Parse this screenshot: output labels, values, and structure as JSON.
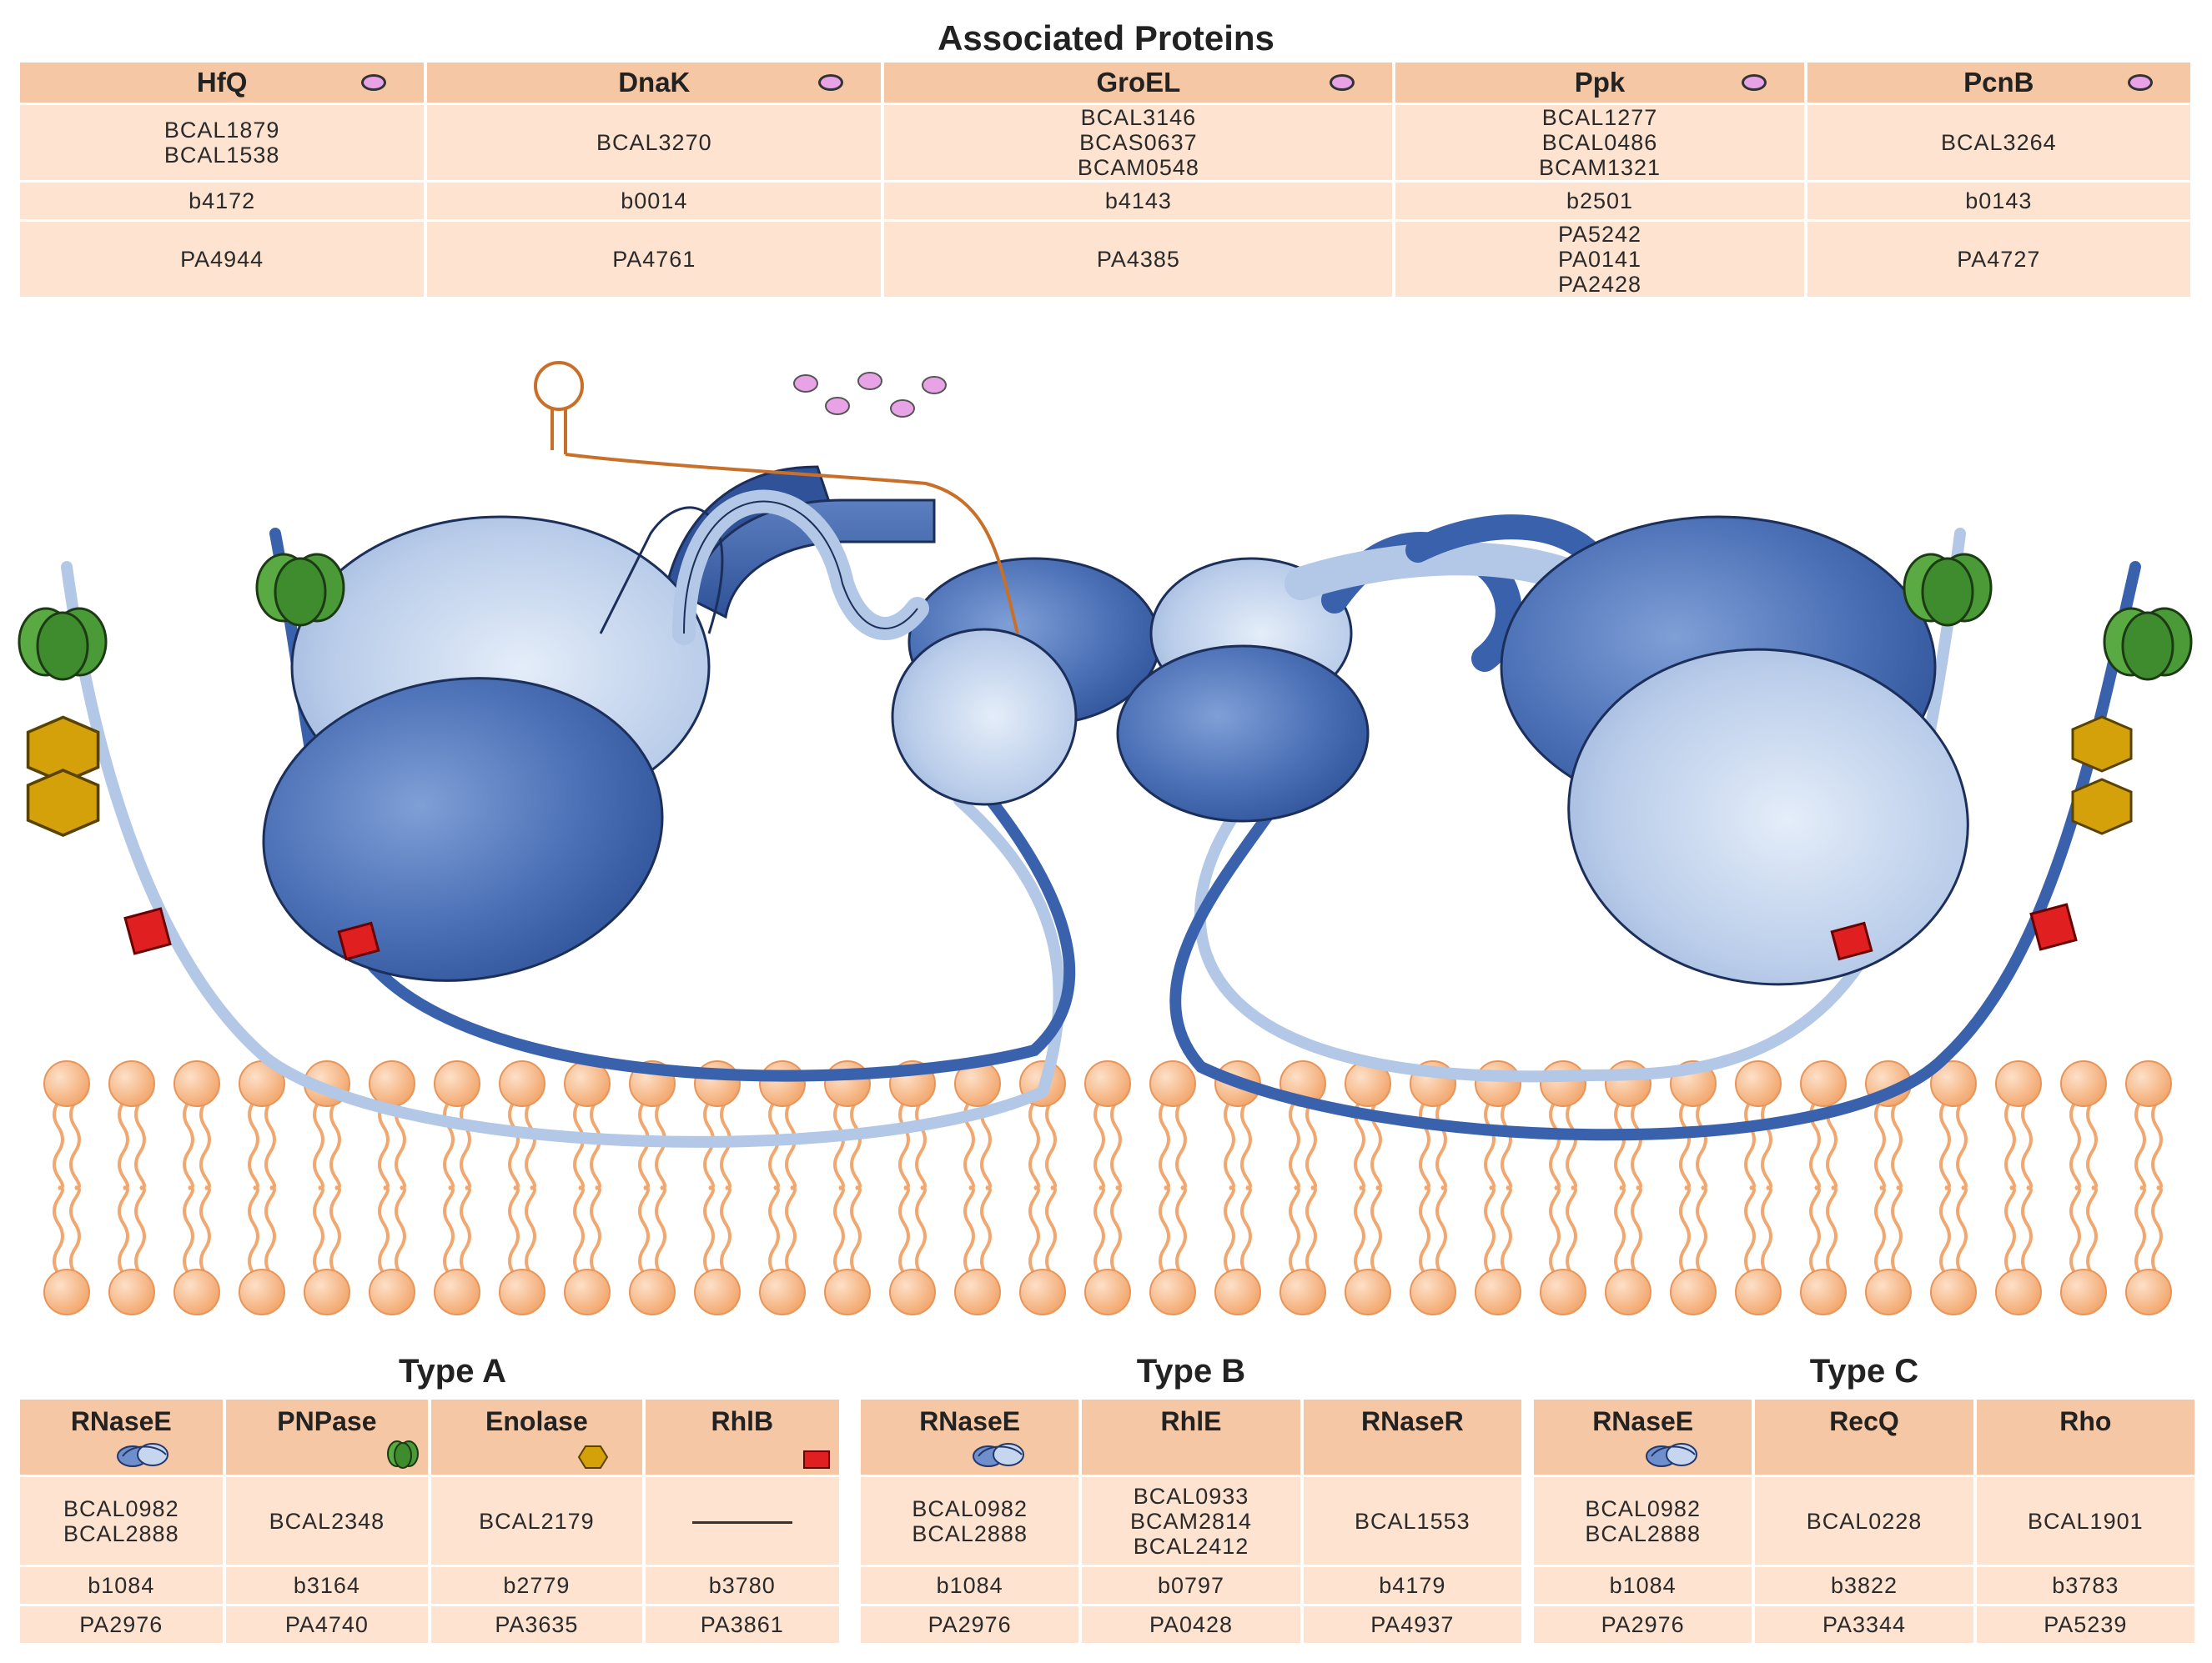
{
  "associated": {
    "title": "Associated Proteins",
    "columns": [
      "HfQ",
      "DnaK",
      "GroEL",
      "Ppk",
      "PcnB"
    ],
    "rows": [
      [
        "BCAL1879\nBCAL1538",
        "BCAL3270",
        "BCAL3146\nBCAS0637\nBCAM0548",
        "BCAL1277\nBCAL0486\nBCAM1321",
        "BCAL3264"
      ],
      [
        "b4172",
        "b0014",
        "b4143",
        "b2501",
        "b0143"
      ],
      [
        "PA4944",
        "PA4761",
        "PA4385",
        "PA5242\nPA0141\nPA2428",
        "PA4727"
      ]
    ]
  },
  "type_a": {
    "title": "Type A",
    "columns": [
      "RNaseE",
      "PNPase",
      "Enolase",
      "RhlB"
    ],
    "icons": [
      "rnase-icon",
      "pnpase-icon",
      "enolase-icon",
      "rhlb-icon"
    ],
    "rows": [
      [
        "BCAL0982\nBCAL2888",
        "BCAL2348",
        "BCAL2179",
        ""
      ],
      [
        "b1084",
        "b3164",
        "b2779",
        "b3780"
      ],
      [
        "PA2976",
        "PA4740",
        "PA3635",
        "PA3861"
      ]
    ]
  },
  "type_b": {
    "title": "Type B",
    "columns": [
      "RNaseE",
      "RhlE",
      "RNaseR"
    ],
    "icons": [
      "rnase-icon",
      "",
      ""
    ],
    "rows": [
      [
        "BCAL0982\nBCAL2888",
        "BCAL0933\nBCAM2814\nBCAL2412",
        "BCAL1553"
      ],
      [
        "b1084",
        "b0797",
        "b4179"
      ],
      [
        "PA2976",
        "PA0428",
        "PA4937"
      ]
    ]
  },
  "type_c": {
    "title": "Type C",
    "columns": [
      "RNaseE",
      "RecQ",
      "Rho"
    ],
    "icons": [
      "rnase-icon",
      "",
      ""
    ],
    "rows": [
      [
        "BCAL0982\nBCAL2888",
        "BCAL0228",
        "BCAL1901"
      ],
      [
        "b1084",
        "b3822",
        "b3783"
      ],
      [
        "PA2976",
        "PA3344",
        "PA5239"
      ]
    ]
  },
  "colors": {
    "header_fill": "#f6c7a4",
    "cell_fill": "#fde3d0",
    "rnase_dark": "#3a5fa3",
    "rnase_light": "#b3c7e6",
    "pnpase_green": "#4a9a38",
    "enolase_gold": "#d4a10a",
    "rhlb_red": "#e02020",
    "associated_pink": "#e7a3e6",
    "membrane": "#f4b27e",
    "rna_strand": "#c8702a"
  }
}
